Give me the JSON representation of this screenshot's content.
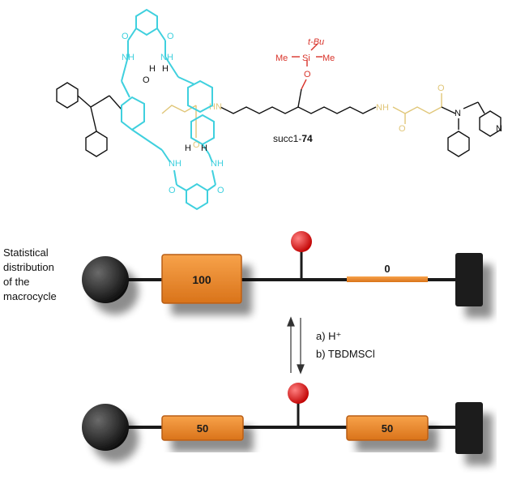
{
  "molecule": {
    "name_prefix": "succ1-",
    "name_number": "74",
    "atoms": {
      "o": "O",
      "n": "N",
      "h": "H",
      "nh": "NH",
      "hn": "HN",
      "tbu": "t-Bu",
      "si": "Si",
      "me": "Me",
      "ring_n": "N"
    }
  },
  "schematic": {
    "caption_lines": [
      "Statistical",
      "distribution",
      "of the",
      "macrocycle"
    ],
    "top_state": {
      "left_station": "100",
      "right_station": "0"
    },
    "bottom_state": {
      "left_station": "50",
      "right_station": "50"
    },
    "reagents": [
      "a) H⁺",
      "b) TBDMSCl"
    ]
  },
  "colors": {
    "macrocycle": "#3fd0de",
    "silyl": "#d9342b",
    "amide_linker": "#e0c678",
    "skeleton": "#111111",
    "station": "#ee8a2a",
    "stopper_ball": "#1a1a1a",
    "stopper_block": "#1a1a1a",
    "marker": "#e01010"
  }
}
